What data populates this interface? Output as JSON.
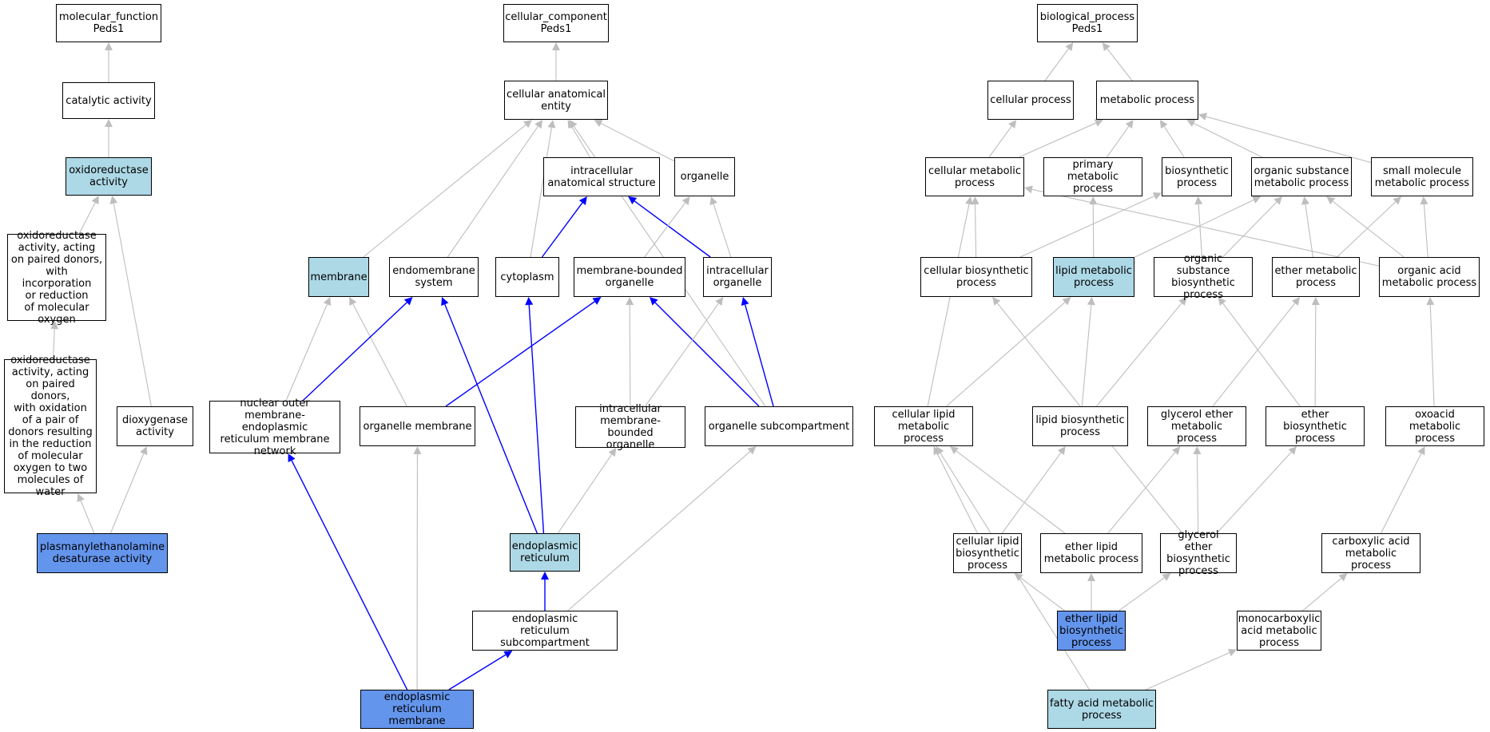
{
  "colors": {
    "node_default": "#ffffff",
    "node_light": "#add8e6",
    "node_dark": "#6495ed",
    "edge_gray": "#bebebe",
    "edge_blue": "#0000ff"
  },
  "nodes": {
    "mf_root": {
      "label": "molecular_function\nPeds1",
      "fill": "white"
    },
    "catalytic": {
      "label": "catalytic activity",
      "fill": "white"
    },
    "oxidoreductase": {
      "label": "oxidoreductase\nactivity",
      "fill": "light"
    },
    "oxred_incorp": {
      "label": "oxidoreductase\nactivity, acting\non paired donors,\nwith incorporation\nor reduction\nof molecular\noxygen",
      "fill": "white"
    },
    "oxred_pair": {
      "label": "oxidoreductase\nactivity, acting\non paired donors,\nwith oxidation\nof a pair of\ndonors resulting\nin the reduction\nof molecular\noxygen to two\nmolecules of\nwater",
      "fill": "white"
    },
    "dioxygenase": {
      "label": "dioxygenase\nactivity",
      "fill": "white"
    },
    "plasmanyl": {
      "label": "plasmanylethanolamine\ndesaturase activity",
      "fill": "dark"
    },
    "cc_root": {
      "label": "cellular_component\nPeds1",
      "fill": "white"
    },
    "cae": {
      "label": "cellular anatomical\nentity",
      "fill": "white"
    },
    "ias": {
      "label": "intracellular\nanatomical structure",
      "fill": "white"
    },
    "organelle": {
      "label": "organelle",
      "fill": "white"
    },
    "membrane": {
      "label": "membrane",
      "fill": "light"
    },
    "endomembrane": {
      "label": "endomembrane\nsystem",
      "fill": "white"
    },
    "cytoplasm": {
      "label": "cytoplasm",
      "fill": "white"
    },
    "mbo": {
      "label": "membrane-bounded\norganelle",
      "fill": "white"
    },
    "intra_org": {
      "label": "intracellular\norganelle",
      "fill": "white"
    },
    "nuclear_outer": {
      "label": "nuclear outer\nmembrane-endoplasmic\nreticulum membrane\nnetwork",
      "fill": "white"
    },
    "org_membrane": {
      "label": "organelle membrane",
      "fill": "white"
    },
    "imbo": {
      "label": "intracellular\nmembrane-bounded\norganelle",
      "fill": "white"
    },
    "org_subcomp": {
      "label": "organelle subcompartment",
      "fill": "white"
    },
    "er": {
      "label": "endoplasmic\nreticulum",
      "fill": "light"
    },
    "er_subcomp": {
      "label": "endoplasmic\nreticulum subcompartment",
      "fill": "white"
    },
    "er_membrane": {
      "label": "endoplasmic\nreticulum membrane",
      "fill": "dark"
    },
    "bp_root": {
      "label": "biological_process\nPeds1",
      "fill": "white"
    },
    "cell_proc": {
      "label": "cellular process",
      "fill": "white"
    },
    "met_proc": {
      "label": "metabolic process",
      "fill": "white"
    },
    "cell_met": {
      "label": "cellular metabolic\nprocess",
      "fill": "white"
    },
    "prim_met": {
      "label": "primary metabolic\nprocess",
      "fill": "white"
    },
    "biosyn": {
      "label": "biosynthetic\nprocess",
      "fill": "white"
    },
    "org_sub_met": {
      "label": "organic substance\nmetabolic process",
      "fill": "white"
    },
    "small_mol": {
      "label": "small molecule\nmetabolic process",
      "fill": "white"
    },
    "cell_biosyn": {
      "label": "cellular biosynthetic\nprocess",
      "fill": "white"
    },
    "lipid_met": {
      "label": "lipid metabolic\nprocess",
      "fill": "light"
    },
    "org_sub_bio": {
      "label": "organic substance\nbiosynthetic\nprocess",
      "fill": "white"
    },
    "ether_met": {
      "label": "ether metabolic\nprocess",
      "fill": "white"
    },
    "org_acid": {
      "label": "organic acid\nmetabolic process",
      "fill": "white"
    },
    "cell_lipid_met": {
      "label": "cellular lipid\nmetabolic process",
      "fill": "white"
    },
    "lipid_bio": {
      "label": "lipid biosynthetic\nprocess",
      "fill": "white"
    },
    "glyc_ether_met": {
      "label": "glycerol ether\nmetabolic process",
      "fill": "white"
    },
    "ether_bio": {
      "label": "ether biosynthetic\nprocess",
      "fill": "white"
    },
    "oxoacid": {
      "label": "oxoacid metabolic\nprocess",
      "fill": "white"
    },
    "cell_lipid_bio": {
      "label": "cellular lipid\nbiosynthetic\nprocess",
      "fill": "white"
    },
    "ether_lipid_met": {
      "label": "ether lipid\nmetabolic process",
      "fill": "white"
    },
    "glyc_ether_bio": {
      "label": "glycerol ether\nbiosynthetic\nprocess",
      "fill": "white"
    },
    "carbox": {
      "label": "carboxylic acid\nmetabolic process",
      "fill": "white"
    },
    "ether_lipid_bio": {
      "label": "ether lipid\nbiosynthetic\nprocess",
      "fill": "dark"
    },
    "monocarbox": {
      "label": "monocarboxylic\nacid metabolic\nprocess",
      "fill": "white"
    },
    "fatty_acid": {
      "label": "fatty acid metabolic\nprocess",
      "fill": "light"
    }
  },
  "edges": [
    {
      "from": "catalytic",
      "to": "mf_root",
      "color": "gray"
    },
    {
      "from": "oxidoreductase",
      "to": "catalytic",
      "color": "gray"
    },
    {
      "from": "oxred_incorp",
      "to": "oxidoreductase",
      "color": "gray"
    },
    {
      "from": "dioxygenase",
      "to": "oxidoreductase",
      "color": "gray"
    },
    {
      "from": "oxred_pair",
      "to": "oxred_incorp",
      "color": "gray"
    },
    {
      "from": "plasmanyl",
      "to": "oxred_pair",
      "color": "gray"
    },
    {
      "from": "plasmanyl",
      "to": "dioxygenase",
      "color": "gray"
    },
    {
      "from": "cae",
      "to": "cc_root",
      "color": "gray"
    },
    {
      "from": "ias",
      "to": "cae",
      "color": "gray"
    },
    {
      "from": "organelle",
      "to": "cae",
      "color": "gray"
    },
    {
      "from": "membrane",
      "to": "cae",
      "color": "gray"
    },
    {
      "from": "endomembrane",
      "to": "cae",
      "color": "gray"
    },
    {
      "from": "cytoplasm",
      "to": "cae",
      "color": "gray"
    },
    {
      "from": "org_subcomp",
      "to": "cae",
      "color": "gray"
    },
    {
      "from": "cytoplasm",
      "to": "ias",
      "color": "blue"
    },
    {
      "from": "intra_org",
      "to": "ias",
      "color": "blue"
    },
    {
      "from": "mbo",
      "to": "organelle",
      "color": "gray"
    },
    {
      "from": "intra_org",
      "to": "organelle",
      "color": "gray"
    },
    {
      "from": "nuclear_outer",
      "to": "membrane",
      "color": "gray"
    },
    {
      "from": "org_membrane",
      "to": "membrane",
      "color": "gray"
    },
    {
      "from": "nuclear_outer",
      "to": "endomembrane",
      "color": "blue"
    },
    {
      "from": "er",
      "to": "endomembrane",
      "color": "blue"
    },
    {
      "from": "er",
      "to": "cytoplasm",
      "color": "blue"
    },
    {
      "from": "org_membrane",
      "to": "mbo",
      "color": "blue"
    },
    {
      "from": "imbo",
      "to": "mbo",
      "color": "gray"
    },
    {
      "from": "org_subcomp",
      "to": "mbo",
      "color": "blue"
    },
    {
      "from": "imbo",
      "to": "intra_org",
      "color": "gray"
    },
    {
      "from": "org_subcomp",
      "to": "intra_org",
      "color": "blue"
    },
    {
      "from": "er_membrane",
      "to": "nuclear_outer",
      "color": "blue"
    },
    {
      "from": "er_membrane",
      "to": "org_membrane",
      "color": "gray"
    },
    {
      "from": "er",
      "to": "imbo",
      "color": "gray"
    },
    {
      "from": "er_subcomp",
      "to": "org_subcomp",
      "color": "gray"
    },
    {
      "from": "er_subcomp",
      "to": "er",
      "color": "blue"
    },
    {
      "from": "er_membrane",
      "to": "er_subcomp",
      "color": "blue"
    },
    {
      "from": "cell_proc",
      "to": "bp_root",
      "color": "gray"
    },
    {
      "from": "met_proc",
      "to": "bp_root",
      "color": "gray"
    },
    {
      "from": "cell_met",
      "to": "cell_proc",
      "color": "gray"
    },
    {
      "from": "cell_met",
      "to": "met_proc",
      "color": "gray"
    },
    {
      "from": "prim_met",
      "to": "met_proc",
      "color": "gray"
    },
    {
      "from": "biosyn",
      "to": "met_proc",
      "color": "gray"
    },
    {
      "from": "org_sub_met",
      "to": "met_proc",
      "color": "gray"
    },
    {
      "from": "small_mol",
      "to": "met_proc",
      "color": "gray"
    },
    {
      "from": "cell_biosyn",
      "to": "cell_met",
      "color": "gray"
    },
    {
      "from": "cell_biosyn",
      "to": "biosyn",
      "color": "gray"
    },
    {
      "from": "lipid_met",
      "to": "prim_met",
      "color": "gray"
    },
    {
      "from": "lipid_met",
      "to": "org_sub_met",
      "color": "gray"
    },
    {
      "from": "org_sub_bio",
      "to": "biosyn",
      "color": "gray"
    },
    {
      "from": "org_sub_bio",
      "to": "org_sub_met",
      "color": "gray"
    },
    {
      "from": "ether_met",
      "to": "org_sub_met",
      "color": "gray"
    },
    {
      "from": "ether_met",
      "to": "small_mol",
      "color": "gray"
    },
    {
      "from": "org_acid",
      "to": "org_sub_met",
      "color": "gray"
    },
    {
      "from": "org_acid",
      "to": "small_mol",
      "color": "gray"
    },
    {
      "from": "org_acid",
      "to": "cell_met",
      "color": "gray"
    },
    {
      "from": "cell_lipid_met",
      "to": "cell_met",
      "color": "gray"
    },
    {
      "from": "cell_lipid_met",
      "to": "lipid_met",
      "color": "gray"
    },
    {
      "from": "lipid_bio",
      "to": "lipid_met",
      "color": "gray"
    },
    {
      "from": "lipid_bio",
      "to": "org_sub_bio",
      "color": "gray"
    },
    {
      "from": "glyc_ether_met",
      "to": "ether_met",
      "color": "gray"
    },
    {
      "from": "ether_bio",
      "to": "ether_met",
      "color": "gray"
    },
    {
      "from": "ether_bio",
      "to": "org_sub_bio",
      "color": "gray"
    },
    {
      "from": "oxoacid",
      "to": "org_acid",
      "color": "gray"
    },
    {
      "from": "cell_lipid_bio",
      "to": "cell_lipid_met",
      "color": "gray"
    },
    {
      "from": "cell_lipid_bio",
      "to": "lipid_bio",
      "color": "gray"
    },
    {
      "from": "ether_lipid_met",
      "to": "cell_lipid_met",
      "color": "gray"
    },
    {
      "from": "ether_lipid_met",
      "to": "glyc_ether_met",
      "color": "gray"
    },
    {
      "from": "glyc_ether_bio",
      "to": "glyc_ether_met",
      "color": "gray"
    },
    {
      "from": "glyc_ether_bio",
      "to": "ether_bio",
      "color": "gray"
    },
    {
      "from": "glyc_ether_bio",
      "to": "cell_biosyn",
      "color": "gray"
    },
    {
      "from": "carbox",
      "to": "oxoacid",
      "color": "gray"
    },
    {
      "from": "ether_lipid_bio",
      "to": "cell_lipid_bio",
      "color": "gray"
    },
    {
      "from": "ether_lipid_bio",
      "to": "ether_lipid_met",
      "color": "gray"
    },
    {
      "from": "ether_lipid_bio",
      "to": "glyc_ether_bio",
      "color": "gray"
    },
    {
      "from": "monocarbox",
      "to": "carbox",
      "color": "gray"
    },
    {
      "from": "fatty_acid",
      "to": "monocarbox",
      "color": "gray"
    },
    {
      "from": "fatty_acid",
      "to": "cell_lipid_met",
      "color": "gray"
    }
  ]
}
